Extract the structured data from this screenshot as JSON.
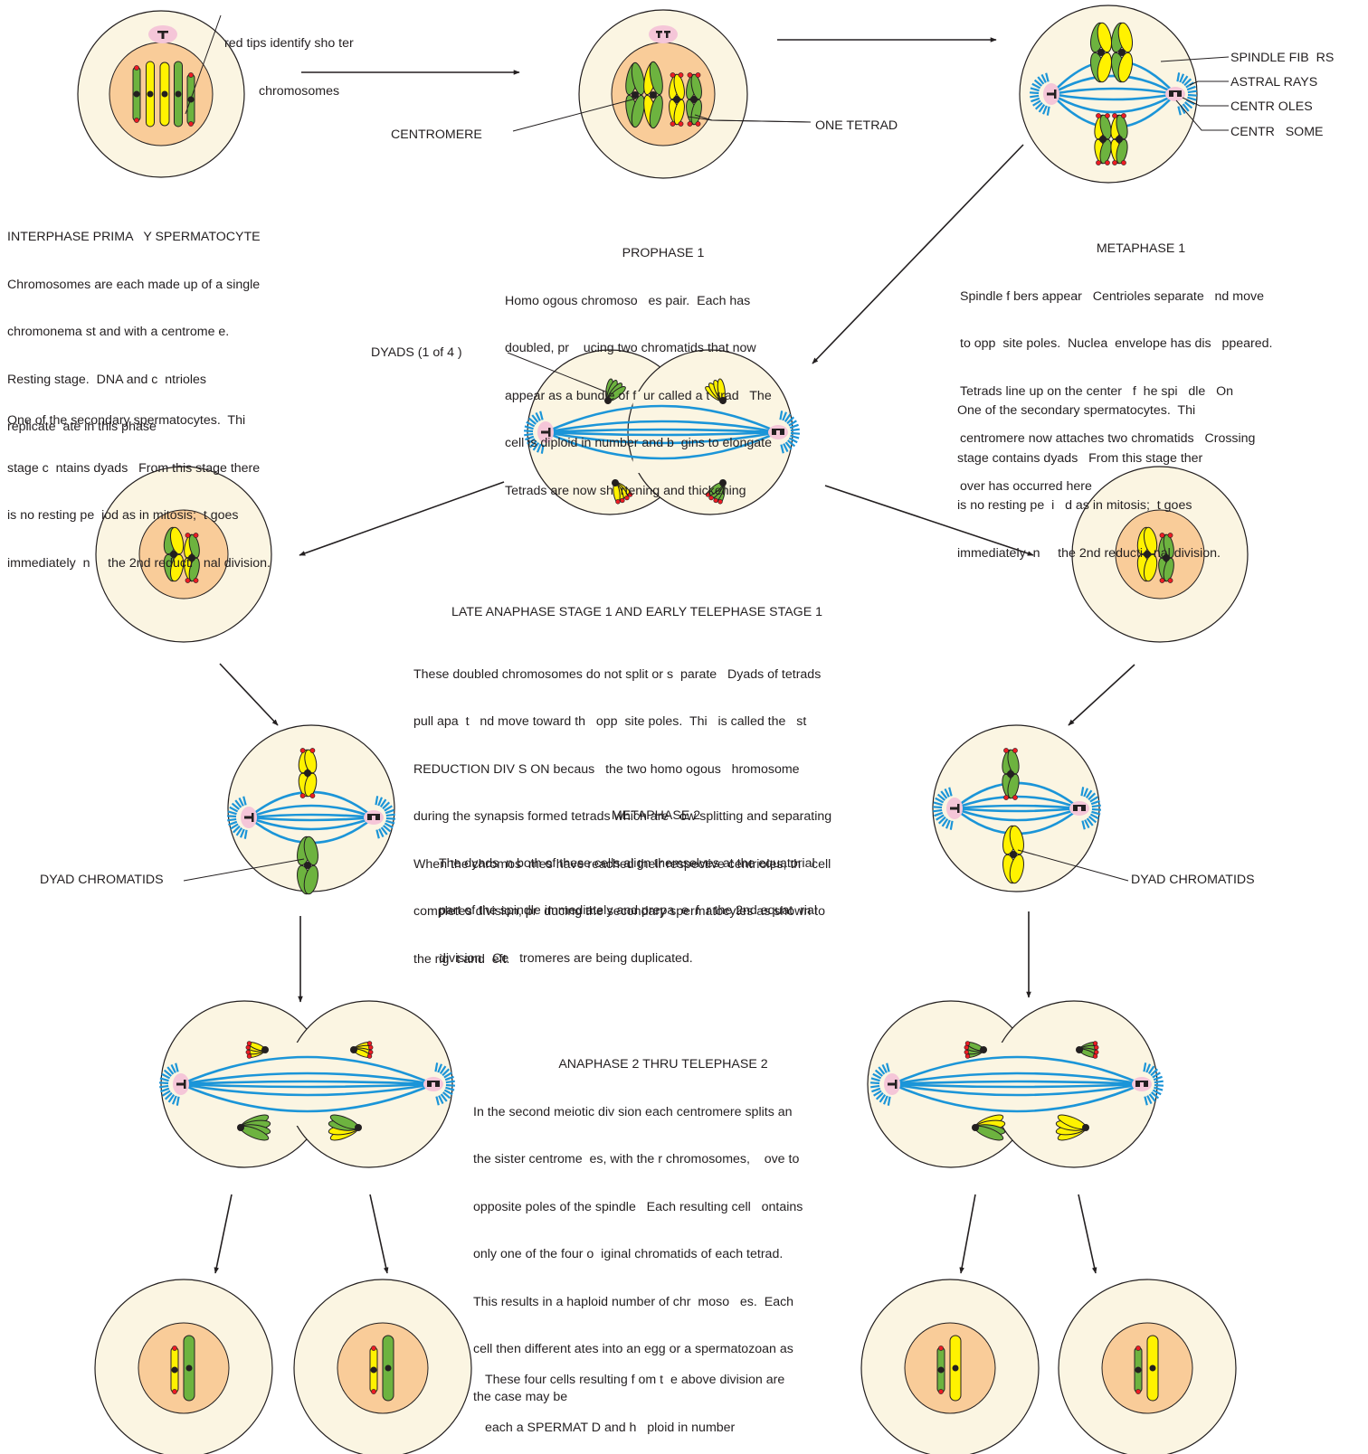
{
  "colors": {
    "cytoplasm": "#fbf5e2",
    "nucleus": "#f9cc99",
    "chromosome_green": "#6db33f",
    "chromosome_yellow": "#fff200",
    "tip_red": "#ed1c24",
    "centrosome_pink": "#f5c6d8",
    "spindle_blue": "#1b95d8",
    "ink": "#231f20"
  },
  "labels": {
    "red_tips": [
      "red tips identify sho ter",
      "chromosomes"
    ],
    "centromere": "CENTROMERE",
    "one_tetrad": "ONE TETRAD",
    "spindle_fibers": "SPINDLE FIB  RS",
    "astral_rays": "ASTRAL RAYS",
    "centrioles": "CENTR OLES",
    "centrosome": "CENTR   SOME",
    "dyads": "DYADS (1 of 4 )",
    "dyad_chromatids_left": "DYAD CHROMATIDS",
    "dyad_chromatids_right": "DYAD CHROMATIDS"
  },
  "text_blocks": {
    "interphase": [
      "INTERPHASE PRIMA   Y SPERMATOCYTE",
      "Chromosomes are each made up of a single",
      "chromonema st and with a centrome e.",
      "Resting stage.  DNA and c  ntrioles",
      "replicate  ate in this phase"
    ],
    "prophase_1": {
      "title": "PROPHASE 1",
      "lines": [
        "Homo ogous chromoso   es pair.  Each has",
        "doubled, pr    ucing two chromatids that now",
        "appear as a bundle of f  ur called a t  trad   The",
        "cell is diploid in number and b  gins to elongate",
        "Tetrads are now sh  rtening and thickening"
      ]
    },
    "metaphase_1": {
      "title": "METAPHASE 1",
      "lines": [
        "Spindle f bers appear   Centrioles separate   nd move",
        "to opp  site poles.  Nuclea  envelope has dis   ppeared.",
        "Tetrads line up on the center   f  he spi   dle   On",
        "centromere now attaches two chromatids   Crossing",
        "over has occurred here"
      ]
    },
    "secondary_left": [
      "One of the secondary spermatocytes.  Thi",
      "stage c  ntains dyads   From this stage there",
      "is no resting pe  iod as in mitosis;  t goes",
      "immediately  n     the 2nd reducti   nal division."
    ],
    "secondary_right": [
      "One of the secondary spermatocytes.  Thi",
      "stage contains dyads   From this stage ther",
      "is no resting pe  i   d as in mitosis;  t goes",
      "immediately  n     the 2nd reducti   nal division."
    ],
    "late_anaphase_1": {
      "title": "LATE ANAPHASE STAGE 1 AND EARLY TELEPHASE STAGE 1",
      "lines": [
        "These doubled chromosomes do not split or s  parate   Dyads of tetrads",
        "pull apa  t   nd move toward th   opp  site poles.  Thi   is called the   st",
        "REDUCTION DIV S ON becaus   the two homo ogous   hromosome",
        "during the synapsis formed tetrads which are   ow splitting and separating",
        "When the chromos  mes have reached their respective centrioles, th   cell",
        "completes division, pr  ducing the secondary spermatocytes as shown to",
        "the rig  t and  eft."
      ]
    },
    "metaphase_2": {
      "title": "METAPHASE 2",
      "lines": [
        "The dyads  n both of these cells align themselves at the equatorial",
        "part of the spindle immediately and prepa  e  f  r the 2nd equat  rial",
        "division.  Ce   tromeres are being duplicated."
      ]
    },
    "anaphase_2": {
      "title": "ANAPHASE 2 THRU TELEPHASE 2",
      "lines": [
        "In the second meiotic div sion each centromere splits an",
        "the sister centrome  es, with the r chromosomes,    ove to",
        "opposite poles of the spindle   Each resulting cell   ontains",
        "only one of the four o  iginal chromatids of each tetrad.",
        "This results in a haploid number of chr  moso   es.  Each",
        "cell then different ates into an egg or a spermatozoan as",
        "the case may be"
      ]
    },
    "spermatids": [
      "These four cells resulting f om t  e above division are",
      "each a SPERMAT D and h   ploid in number"
    ]
  }
}
